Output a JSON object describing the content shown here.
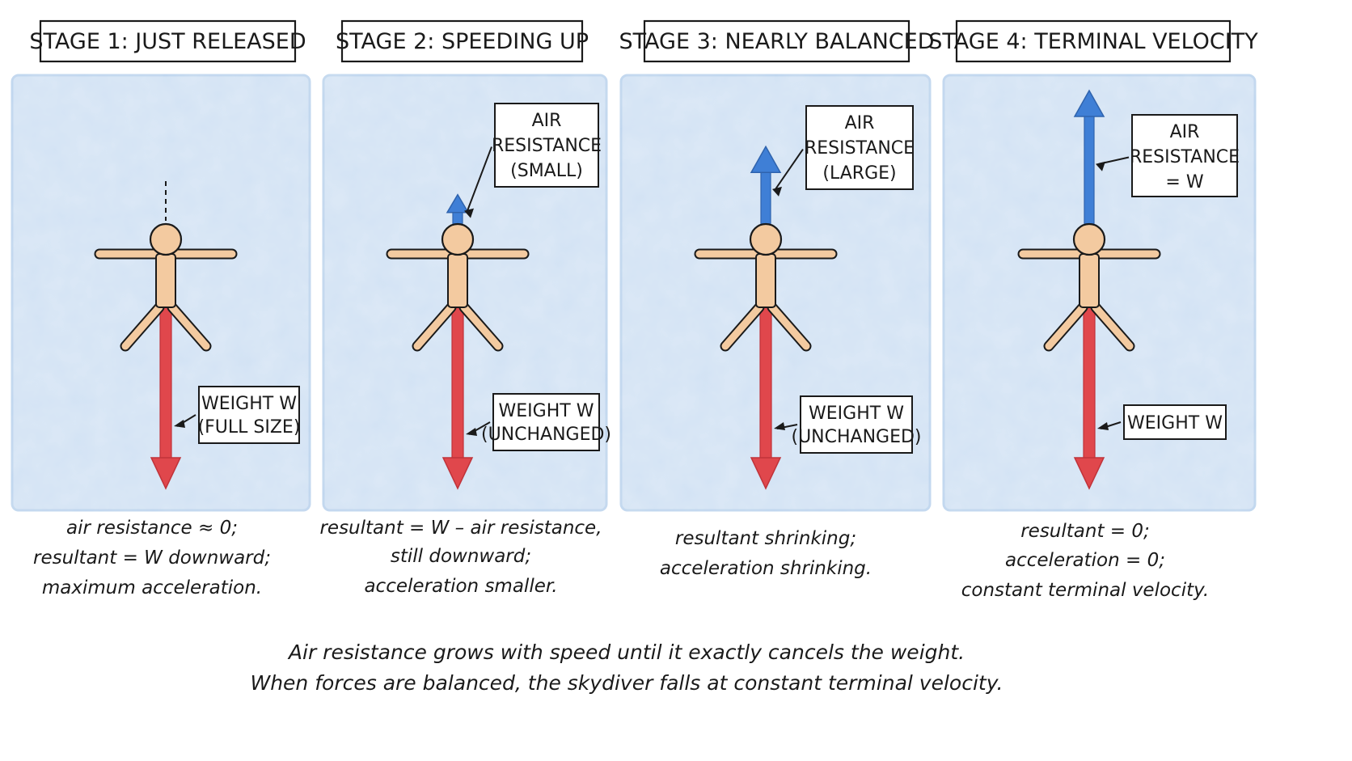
{
  "colors": {
    "panel_fill": "#dde9f6",
    "panel_edge": "#c9dcf0",
    "weight_arrow": "#e0474c",
    "air_arrow": "#3f7fd6",
    "figure_fill": "#f3caa0",
    "figure_stroke": "#1a1a1a"
  },
  "icons": [
    "skydiver-figure-icon",
    "weight-arrow-icon",
    "air-resistance-arrow-icon"
  ],
  "stages": [
    {
      "title": "STAGE 1: JUST RELEASED",
      "weight_label": [
        "WEIGHT W",
        "(FULL SIZE)"
      ],
      "air_label": [],
      "air_resistance_relative": 0,
      "caption": [
        "air resistance ≈ 0;",
        "resultant = W downward;",
        "maximum acceleration."
      ]
    },
    {
      "title": "STAGE 2: SPEEDING UP",
      "weight_label": [
        "WEIGHT W",
        "(UNCHANGED)"
      ],
      "air_label": [
        "AIR",
        "RESISTANCE",
        "(SMALL)"
      ],
      "air_resistance_relative": 0.22,
      "caption": [
        "resultant = W – air resistance,",
        "still downward;",
        "acceleration smaller."
      ]
    },
    {
      "title": "STAGE 3: NEARLY BALANCED",
      "weight_label": [
        "WEIGHT W",
        "(UNCHANGED)"
      ],
      "air_label": [
        "AIR",
        "RESISTANCE",
        "(LARGE)"
      ],
      "air_resistance_relative": 0.58,
      "caption": [
        "resultant shrinking;",
        "acceleration shrinking."
      ]
    },
    {
      "title": "STAGE 4: TERMINAL VELOCITY",
      "weight_label": [
        "WEIGHT W"
      ],
      "air_label": [
        "AIR",
        "RESISTANCE",
        "= W"
      ],
      "air_resistance_relative": 1,
      "caption": [
        "resultant = 0;",
        "acceleration = 0;",
        "constant terminal velocity."
      ]
    }
  ],
  "footer": [
    "Air resistance grows with speed until it exactly cancels the weight.",
    "When forces are balanced, the skydiver falls at constant terminal velocity."
  ]
}
